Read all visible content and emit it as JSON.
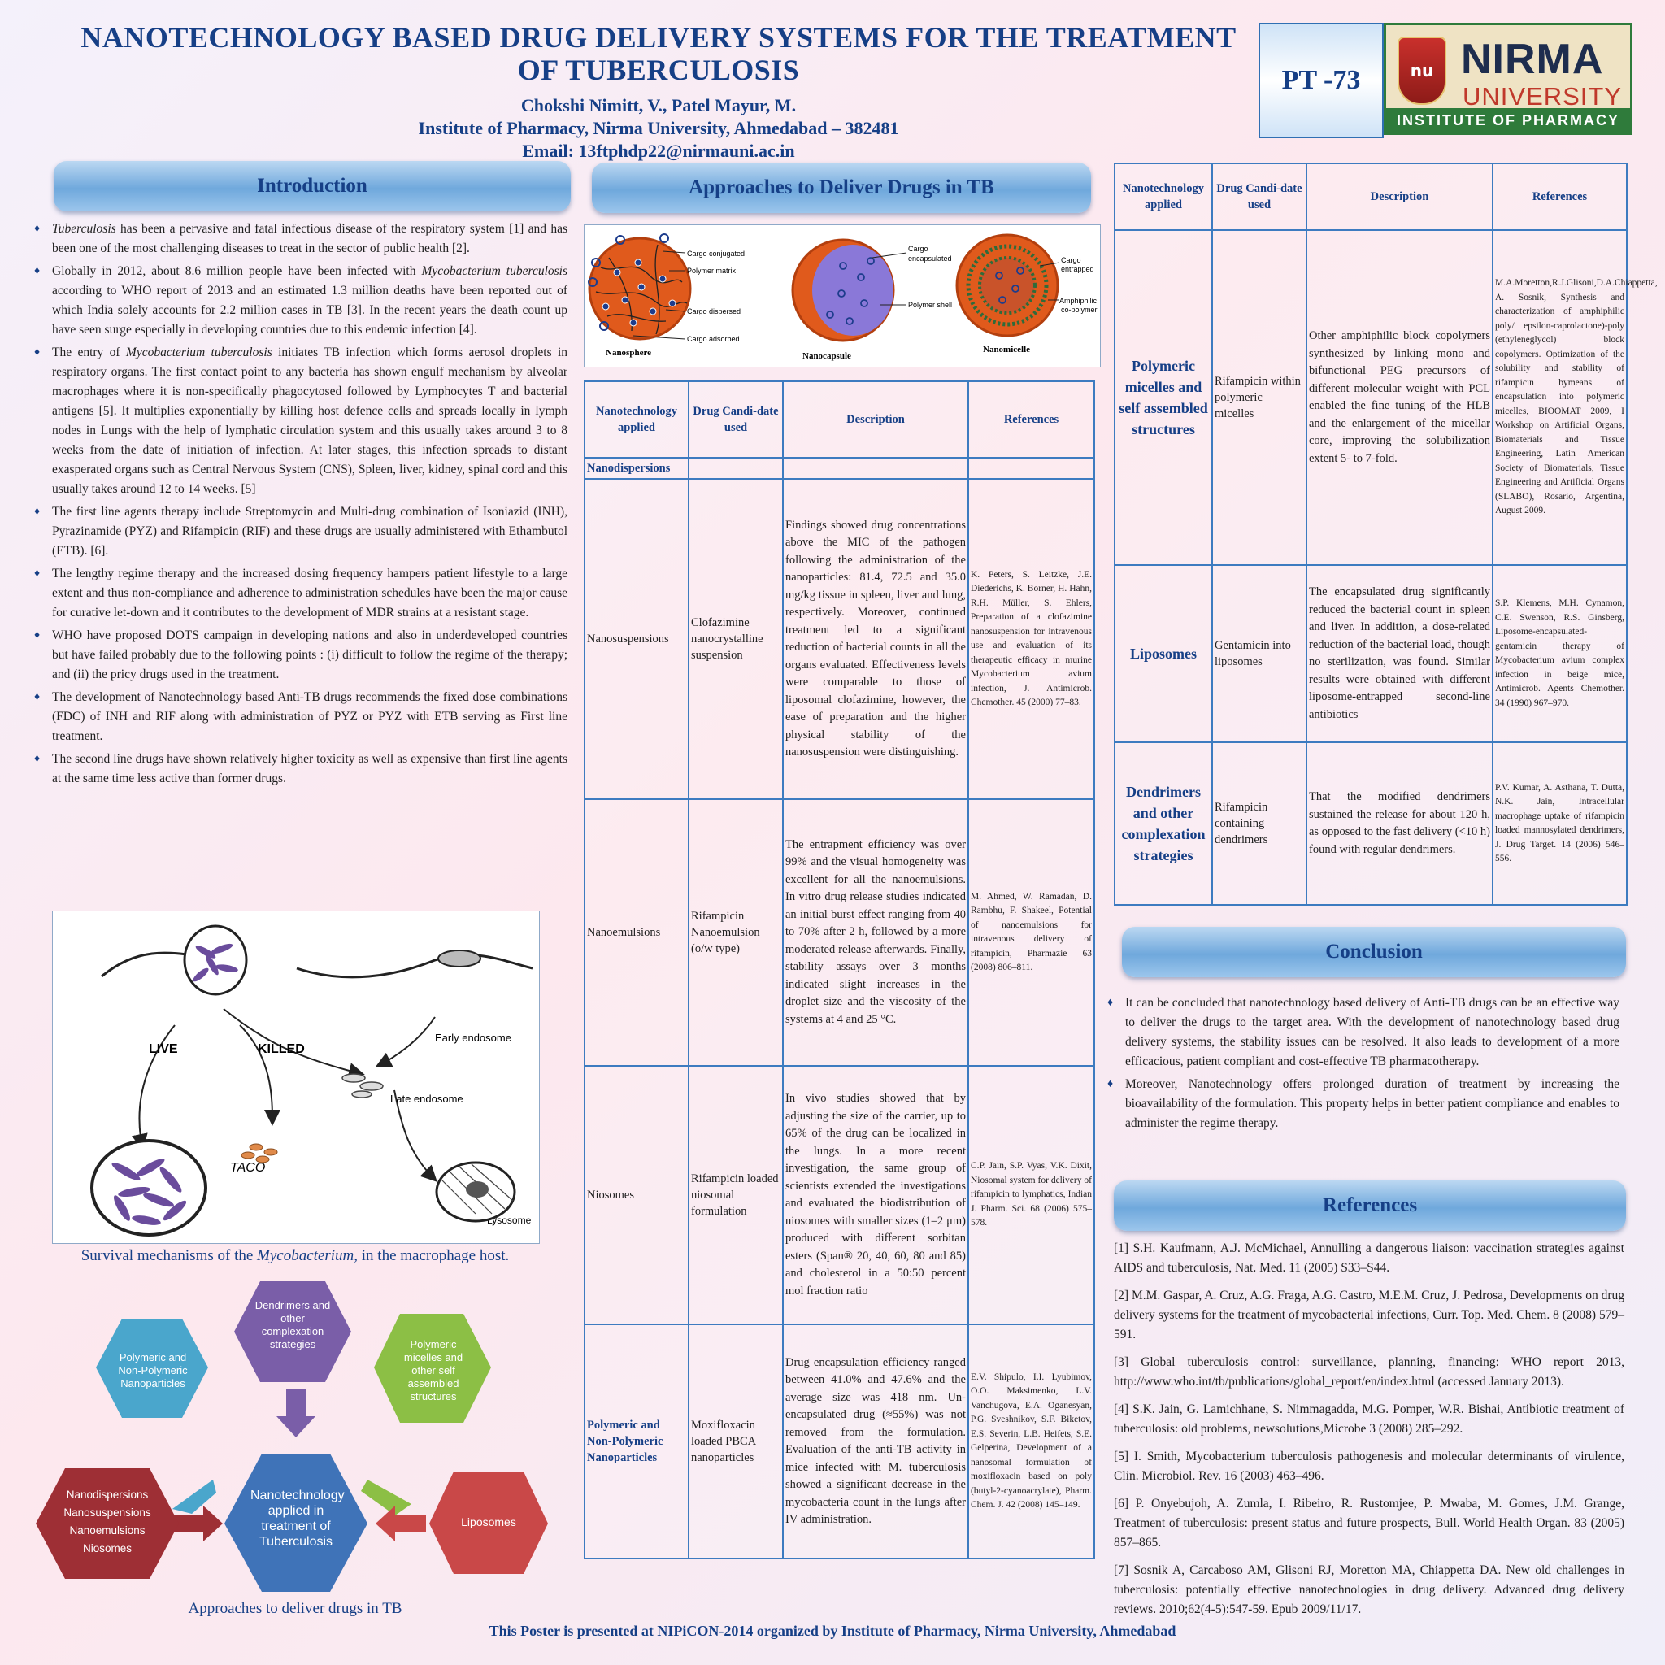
{
  "header": {
    "title_line1": "NANOTECHNOLOGY BASED DRUG DELIVERY SYSTEMS FOR THE TREATMENT",
    "title_line2": "OF TUBERCULOSIS",
    "authors": "Chokshi Nimitt, V., Patel Mayur, M.",
    "institute": "Institute of Pharmacy, Nirma University, Ahmedabad – 382481",
    "email": "Email: 13ftphdp22@nirmauni.ac.in",
    "poster_id": "PT -73",
    "logo_name": "NIRMA",
    "logo_university": "UNIVERSITY",
    "logo_institute": "INSTITUTE OF PHARMACY",
    "logo_emblem": "nu"
  },
  "intro": {
    "heading": "Introduction",
    "bullets": [
      {
        "em": "Tuberculosis",
        "text": " has been a pervasive and fatal infectious disease of the respiratory system [1] and has been one of the most challenging diseases to treat in the sector of public health [2]."
      },
      {
        "pre": "Globally in 2012, about 8.6 million people have been infected with ",
        "em": "Mycobacterium tuberculosis",
        "text": " according to WHO report of 2013 and an estimated 1.3 million deaths have been reported out of which India solely accounts for 2.2 million cases in TB [3]. In the recent years the death count up have seen surge especially in developing countries due to this endemic infection [4]."
      },
      {
        "pre": "The entry of ",
        "em": "Mycobacterium tuberculosis",
        "text": " initiates TB infection which forms aerosol droplets in respiratory organs. The first contact point to any bacteria has shown engulf mechanism by alveolar macrophages where it is non-specifically phagocytosed followed by Lymphocytes T and bacterial antigens [5].  It multiplies exponentially by killing host defence cells and spreads locally in lymph nodes in Lungs with the help of lymphatic circulation system and this usually takes around 3 to 8 weeks from the date of initiation of infection. At later stages, this infection spreads to distant exasperated organs such as Central Nervous System (CNS), Spleen, liver, kidney, spinal cord and this usually takes around 12 to 14 weeks. [5]"
      },
      {
        "text": "The first line agents therapy include Streptomycin and Multi-drug combination of Isoniazid (INH), Pyrazinamide (PYZ) and Rifampicin (RIF) and these drugs are usually administered with Ethambutol (ETB). [6]."
      },
      {
        "text": "The lengthy regime therapy and the increased dosing frequency hampers patient lifestyle to a large extent and thus non-compliance and adherence to administration schedules have been the major cause for curative let-down and it contributes to the development of MDR strains at a resistant stage."
      },
      {
        "text": "WHO have proposed DOTS campaign in developing nations and also in underdeveloped countries but have failed probably due to the following points : (i) difficult to follow the regime of the therapy; and (ii) the pricy drugs used in the treatment."
      },
      {
        "text": "The development of Nanotechnology based Anti-TB drugs recommends the fixed dose combinations (FDC) of INH and RIF along with administration of PYZ or PYZ with ETB serving as First line treatment."
      },
      {
        "text": "The second line drugs have shown relatively higher toxicity as well as expensive than first line agents at the same time less active than former drugs."
      }
    ]
  },
  "macrophage_figure": {
    "label_live": "LIVE",
    "label_killed": "KILLED",
    "label_early": "Early endosome",
    "label_late": "Late endosome",
    "label_taco": "TACO",
    "label_lysosome": "Lysosome",
    "caption_pre": "Survival mechanisms of the ",
    "caption_em": "Mycobacterium,",
    "caption_post": " in the macrophage host."
  },
  "hex_diagram": {
    "center": "Nanotechnology applied in treatment of Tuberculosis",
    "top": "Dendrimers and other complexation strategies",
    "left": "Polymeric and Non-Polymeric Nanoparticles",
    "right": "Polymeric micelles and other self assembled structures",
    "bottom_left_lines": [
      "Nanodispersions",
      "Nanosuspensions",
      "Nanoemulsions",
      "Niosomes"
    ],
    "bottom_right": "Liposomes",
    "caption": "Approaches to deliver drugs in TB",
    "colors": {
      "center": "#3f73b8",
      "top": "#7a5ea8",
      "left": "#4aa6cc",
      "right": "#8cbf45",
      "bottom_left": "#9e2f35",
      "bottom_right": "#c94848"
    }
  },
  "approaches": {
    "heading": "Approaches to Deliver Drugs in TB",
    "fig": {
      "nanosphere": "Nanosphere",
      "nanocapsule": "Nanocapsule",
      "nanomicelle": "Nanomicelle",
      "cargo_conjugated": "Cargo conjugated",
      "polymer_matrix": "Polymer matrix",
      "cargo_dispersed": "Cargo dispersed",
      "cargo_adsorbed": "Cargo adsorbed",
      "cargo_encapsulated_1": "Cargo",
      "cargo_encapsulated_2": "encapsulated",
      "polymer_shell": "Polymer shell",
      "cargo_entrapped_1": "Cargo",
      "cargo_entrapped_2": "entrapped",
      "amphiphilic_1": "Amphiphilic",
      "amphiphilic_2": "co-polymer"
    }
  },
  "table_headers": {
    "col1": "Nanotechnology applied",
    "col2": "Drug Candi-date used",
    "col3": "Description",
    "col4": "References"
  },
  "table1": {
    "section": "Nanodispersions",
    "rows": [
      {
        "tech": "Nanosuspensions",
        "drug": "Clofazimine nanocrystalline suspension",
        "desc": "Findings showed drug concentrations above the MIC of the pathogen following the administration of the nanoparticles: 81.4, 72.5 and 35.0 mg/kg tissue in spleen, liver and lung, respectively. Moreover, continued treatment led to a significant reduction of bacterial counts in all the organs evaluated. Effectiveness levels were comparable to those of liposomal clofazimine, however, the ease of preparation and the higher physical stability of the nanosuspension were distinguishing.",
        "ref": "K. Peters, S. Leitzke, J.E. Diederichs, K. Borner, H. Hahn, R.H. Müller, S. Ehlers, Preparation of a clofazimine nanosuspension for intravenous use and evaluation of its therapeutic efficacy in murine Mycobacterium avium infection, J. Antimicrob. Chemother. 45 (2000) 77–83."
      },
      {
        "tech": "Nanoemulsions",
        "drug": "Rifampicin Nanoemulsion (o/w type)",
        "desc": "The entrapment efficiency was over 99% and the visual homogeneity was excellent for all the nanoemulsions. In vitro drug release studies indicated an initial burst effect ranging from 40 to 70% after 2 h, followed by a more moderated release afterwards. Finally, stability assays over 3 months indicated slight increases in the droplet size and the viscosity of the systems at 4 and 25 °C.",
        "ref": "M. Ahmed, W. Ramadan, D. Rambhu, F. Shakeel, Potential of nanoemulsions for intravenous delivery of rifampicin, Pharmazie 63 (2008) 806–811."
      },
      {
        "tech": "Niosomes",
        "drug": "Rifampicin loaded niosomal formulation",
        "desc": "In vivo studies showed that by adjusting the size of the carrier, up to 65% of the drug can be localized in the lungs. In a more recent investigation, the same group of scientists extended the investigations and evaluated the biodistribution of niosomes with smaller sizes (1–2 μm) produced with different sorbitan esters (Span® 20, 40, 60, 80 and 85) and cholesterol in a 50:50 percent mol fraction ratio",
        "ref": "C.P. Jain, S.P. Vyas, V.K. Dixit, Niosomal system for delivery of rifampicin to lymphatics, Indian J. Pharm. Sci. 68 (2006) 575–578."
      },
      {
        "tech": "Polymeric and Non-Polymeric Nanoparticles",
        "drug": "Moxifloxacin loaded PBCA nanoparticles",
        "desc": "Drug encapsulation efficiency ranged between 41.0% and 47.6% and the average size was 418 nm. Un-encapsulated drug (≈55%) was not removed from the formulation. Evaluation of the anti-TB activity in mice infected with M. tuberculosis showed a significant decrease in the mycobacteria count in the lungs after IV administration.",
        "ref": "E.V. Shipulo, I.I. Lyubimov, O.O. Maksimenko, L.V. Vanchugova, E.A. Oganesyan, P.G. Sveshnikov, S.F. Biketov, E.S. Severin, L.B. Heifets, S.E. Gelperina, Development of a nanosomal formulation of moxifloxacin based on poly (butyl-2-cyanoacrylate), Pharm. Chem. J. 42 (2008) 145–149."
      }
    ]
  },
  "table2": {
    "rows": [
      {
        "tech": "Polymeric micelles and self assembled structures",
        "drug": "Rifampicin within polymeric micelles",
        "desc": "Other amphiphilic block copolymers synthesized by linking mono and bifunctional PEG precursors of different molecular weight with PCL enabled the fine tuning of the HLB and the enlargement of the micellar core, improving the solubilization extent 5- to 7-fold.",
        "ref": "M.A.Moretton,R.J.Glisoni,D.A.Chiappetta, A. Sosnik, Synthesis and characterization of amphiphilic poly/ epsilon-caprolactone)-poly (ethyleneglycol) block copolymers. Optimization of the solubility and stability of rifampicin bymeans of encapsulation into polymeric micelles, BIOOMAT 2009, I Workshop on Artificial Organs, Biomaterials and Tissue Engineering, Latin American Society of Biomaterials, Tissue Engineering and Artificial Organs (SLABO), Rosario, Argentina, August 2009."
      },
      {
        "tech": "Liposomes",
        "drug": "Gentamicin into liposomes",
        "desc": "The encapsulated drug significantly reduced the bacterial count in spleen and liver. In addition, a dose-related reduction of the bacterial load, though no sterilization, was found. Similar results were obtained with different liposome-entrapped second-line antibiotics",
        "ref": "S.P. Klemens, M.H. Cynamon, C.E. Swenson, R.S. Ginsberg, Liposome-encapsulated- gentamicin therapy of Mycobacterium avium complex infection in beige mice, Antimicrob. Agents Chemother. 34 (1990) 967–970."
      },
      {
        "tech": "Dendrimers and other complexation strategies",
        "drug": "Rifampicin containing dendrimers",
        "desc": "That the modified dendrimers sustained the release for about 120 h, as opposed to the fast delivery (<10 h) found with regular dendrimers.",
        "ref": "P.V. Kumar, A. Asthana, T. Dutta, N.K. Jain, Intracellular macrophage uptake of rifampicin loaded mannosylated dendrimers, J. Drug Target. 14 (2006) 546–556."
      }
    ]
  },
  "conclusion": {
    "heading": "Conclusion",
    "bullets": [
      "It can be concluded that nanotechnology based delivery of Anti-TB drugs can be an effective way to deliver the drugs to the target area. With the development of nanotechnology based drug delivery systems, the stability issues can be resolved. It also leads to development of a more efficacious, patient compliant and cost-effective TB pharmacotherapy.",
      "Moreover, Nanotechnology offers prolonged duration of treatment by increasing the bioavailability of the  formulation. This property helps in better patient compliance and enables to administer the regime therapy."
    ]
  },
  "references": {
    "heading": "References",
    "items": [
      "[1] S.H. Kaufmann, A.J. McMichael, Annulling a dangerous liaison: vaccination strategies against AIDS and tuberculosis, Nat. Med. 11 (2005) S33–S44.",
      "[2] M.M. Gaspar, A. Cruz, A.G. Fraga, A.G. Castro, M.E.M. Cruz, J. Pedrosa, Developments on drug delivery systems for the treatment of mycobacterial infections, Curr. Top. Med. Chem. 8 (2008) 579–591.",
      "[3] Global tuberculosis control: surveillance, planning, financing: WHO report 2013, http://www.who.int/tb/publications/global_report/en/index.html (accessed January 2013).",
      "[4] S.K. Jain, G. Lamichhane, S. Nimmagadda, M.G. Pomper, W.R. Bishai, Antibiotic treatment of tuberculosis: old problems, newsolutions,Microbe 3 (2008) 285–292.",
      "[5] I. Smith, Mycobacterium tuberculosis pathogenesis and molecular determinants of virulence, Clin. Microbiol. Rev. 16 (2003) 463–496.",
      "[6] P. Onyebujoh, A. Zumla, I. Ribeiro, R. Rustomjee, P. Mwaba, M. Gomes, J.M. Grange, Treatment of tuberculosis: present status and future prospects, Bull. World Health Organ. 83 (2005) 857–865.",
      "[7] Sosnik A, Carcaboso AM, Glisoni RJ, Moretton MA, Chiappetta DA. New old challenges in tuberculosis: potentially effective nanotechnologies in drug delivery. Advanced drug delivery reviews. 2010;62(4-5):547-59. Epub 2009/11/17."
    ]
  },
  "footer": "This Poster is presented at NIPiCON-2014 organized by Institute of Pharmacy, Nirma University, Ahmedabad"
}
